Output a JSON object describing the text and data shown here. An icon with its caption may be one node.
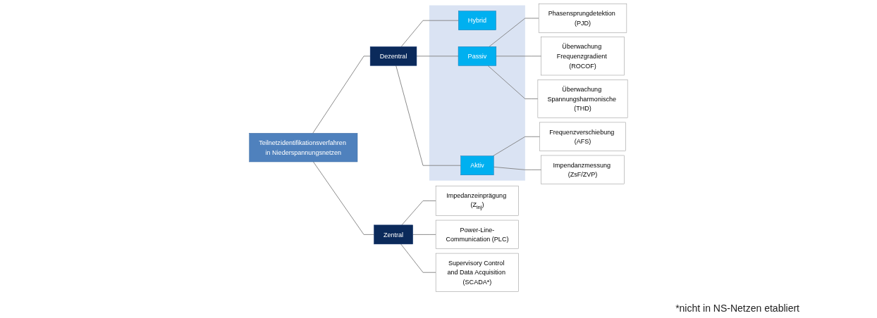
{
  "diagram": {
    "nodes": [
      {
        "text": [
          "Teilnetzidentifikationsverfahren in Niederspannungsnetzen"
        ]
      },
      {
        "text": [
          "Dezentral"
        ]
      },
      {
        "text": [],
        "shape": "box"
      },
      {
        "text": [
          "Hybrid"
        ],
        "in": 2
      },
      {
        "text": [
          "Passiv"
        ],
        "in": 2
      },
      {
        "text": [
          "Aktiv"
        ],
        "in": 2
      },
      {
        "text": [
          "Phasensprungdetektion (PJD)"
        ]
      },
      {
        "text": [
          "Überwachung Frequenzgradient (ROCOF)"
        ]
      },
      {
        "text": [
          "Überwachung Spannungsharmonische (THD)"
        ]
      },
      {
        "text": [
          "Frequenzverschiebung (AFS)"
        ]
      },
      {
        "text": [
          "Impendanzmessung (ZsF/ZVP)"
        ]
      },
      {
        "text": [
          "Zentral"
        ]
      },
      {
        "text": [
          "Impedanzeinprägung (Z$_{inj}$)"
        ]
      },
      {
        "text": [
          "Power-Line-Communication (PLC)"
        ]
      },
      {
        "text": [
          "Supervisory Control and Data Acquisition (SCADA*)"
        ]
      }
    ],
    "edges": [
      {
        "from": 0,
        "to": 1,
        "arrow": "none"
      },
      {
        "from": 0,
        "to": 11,
        "arrow": "none"
      },
      {
        "from": 1,
        "to": 3,
        "arrow": "none"
      },
      {
        "from": 1,
        "to": 4,
        "arrow": "none"
      },
      {
        "from": 1,
        "to": 5,
        "arrow": "none"
      },
      {
        "from": 4,
        "to": 6,
        "arrow": "none"
      },
      {
        "from": 4,
        "to": 7,
        "arrow": "none"
      },
      {
        "from": 4,
        "to": 8,
        "arrow": "none"
      },
      {
        "from": 5,
        "to": 9,
        "arrow": "none"
      },
      {
        "from": 5,
        "to": 10,
        "arrow": "none"
      },
      {
        "from": 11,
        "to": 12,
        "arrow": "none"
      },
      {
        "from": 11,
        "to": 13,
        "arrow": "none"
      },
      {
        "from": 11,
        "to": 14,
        "arrow": "none"
      }
    ],
    "labels": [
      "*nicht in NS-Netzen etabliert"
    ]
  }
}
